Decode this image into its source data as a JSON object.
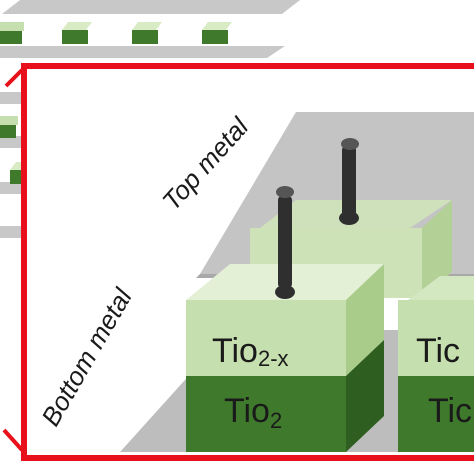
{
  "labels": {
    "top_metal": "Top metal",
    "bottom_metal": "Bottom metal",
    "oxide_top": "Tio",
    "oxide_top_sub": "2-x",
    "oxide_bottom": "Tio",
    "oxide_bottom_sub": "2",
    "oxide_right_top": "Tic",
    "oxide_right_bottom": "Tic"
  },
  "colors": {
    "highlight_frame": "#e8101a",
    "metal_plate": "#bdbdbd",
    "light_green": "#c6dfae",
    "dark_green": "#3f7a2c",
    "filament": "#2f2f2f"
  }
}
